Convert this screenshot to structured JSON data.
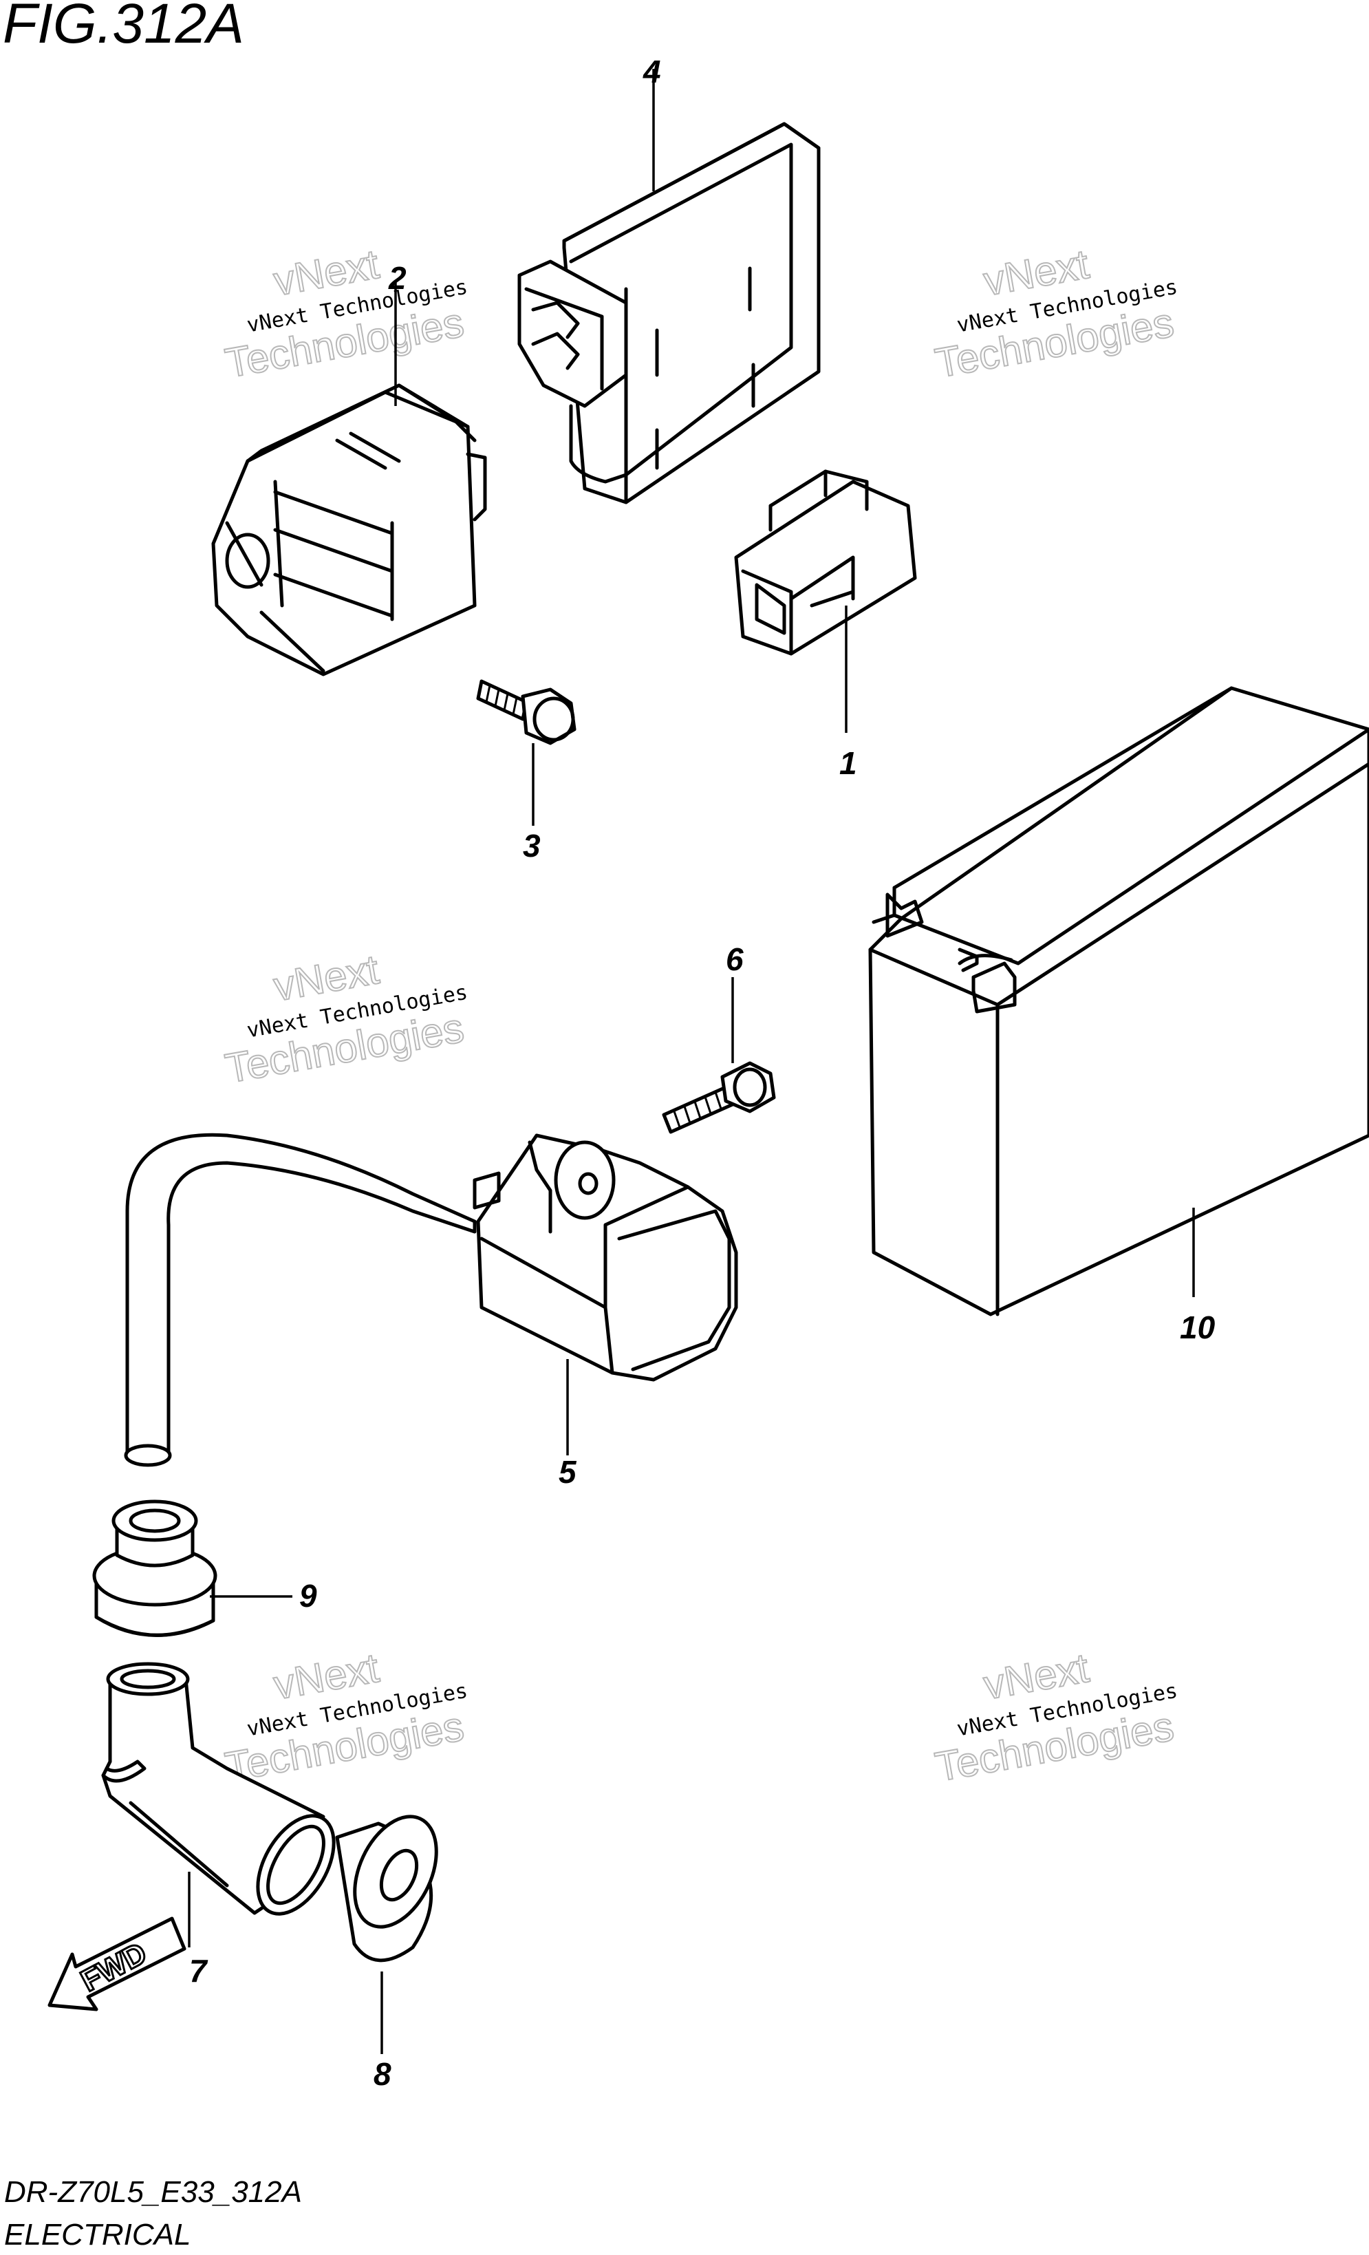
{
  "figure": {
    "title": "FIG.312A",
    "code": "DR-Z70L5_E33_312A",
    "section": "ELECTRICAL"
  },
  "watermark": {
    "line1": "vNext",
    "line2": "vNext Technologies",
    "line3": "Technologies"
  },
  "direction_badge": "FWD",
  "callouts": [
    "1",
    "2",
    "3",
    "4",
    "5",
    "6",
    "7",
    "8",
    "9",
    "10"
  ]
}
